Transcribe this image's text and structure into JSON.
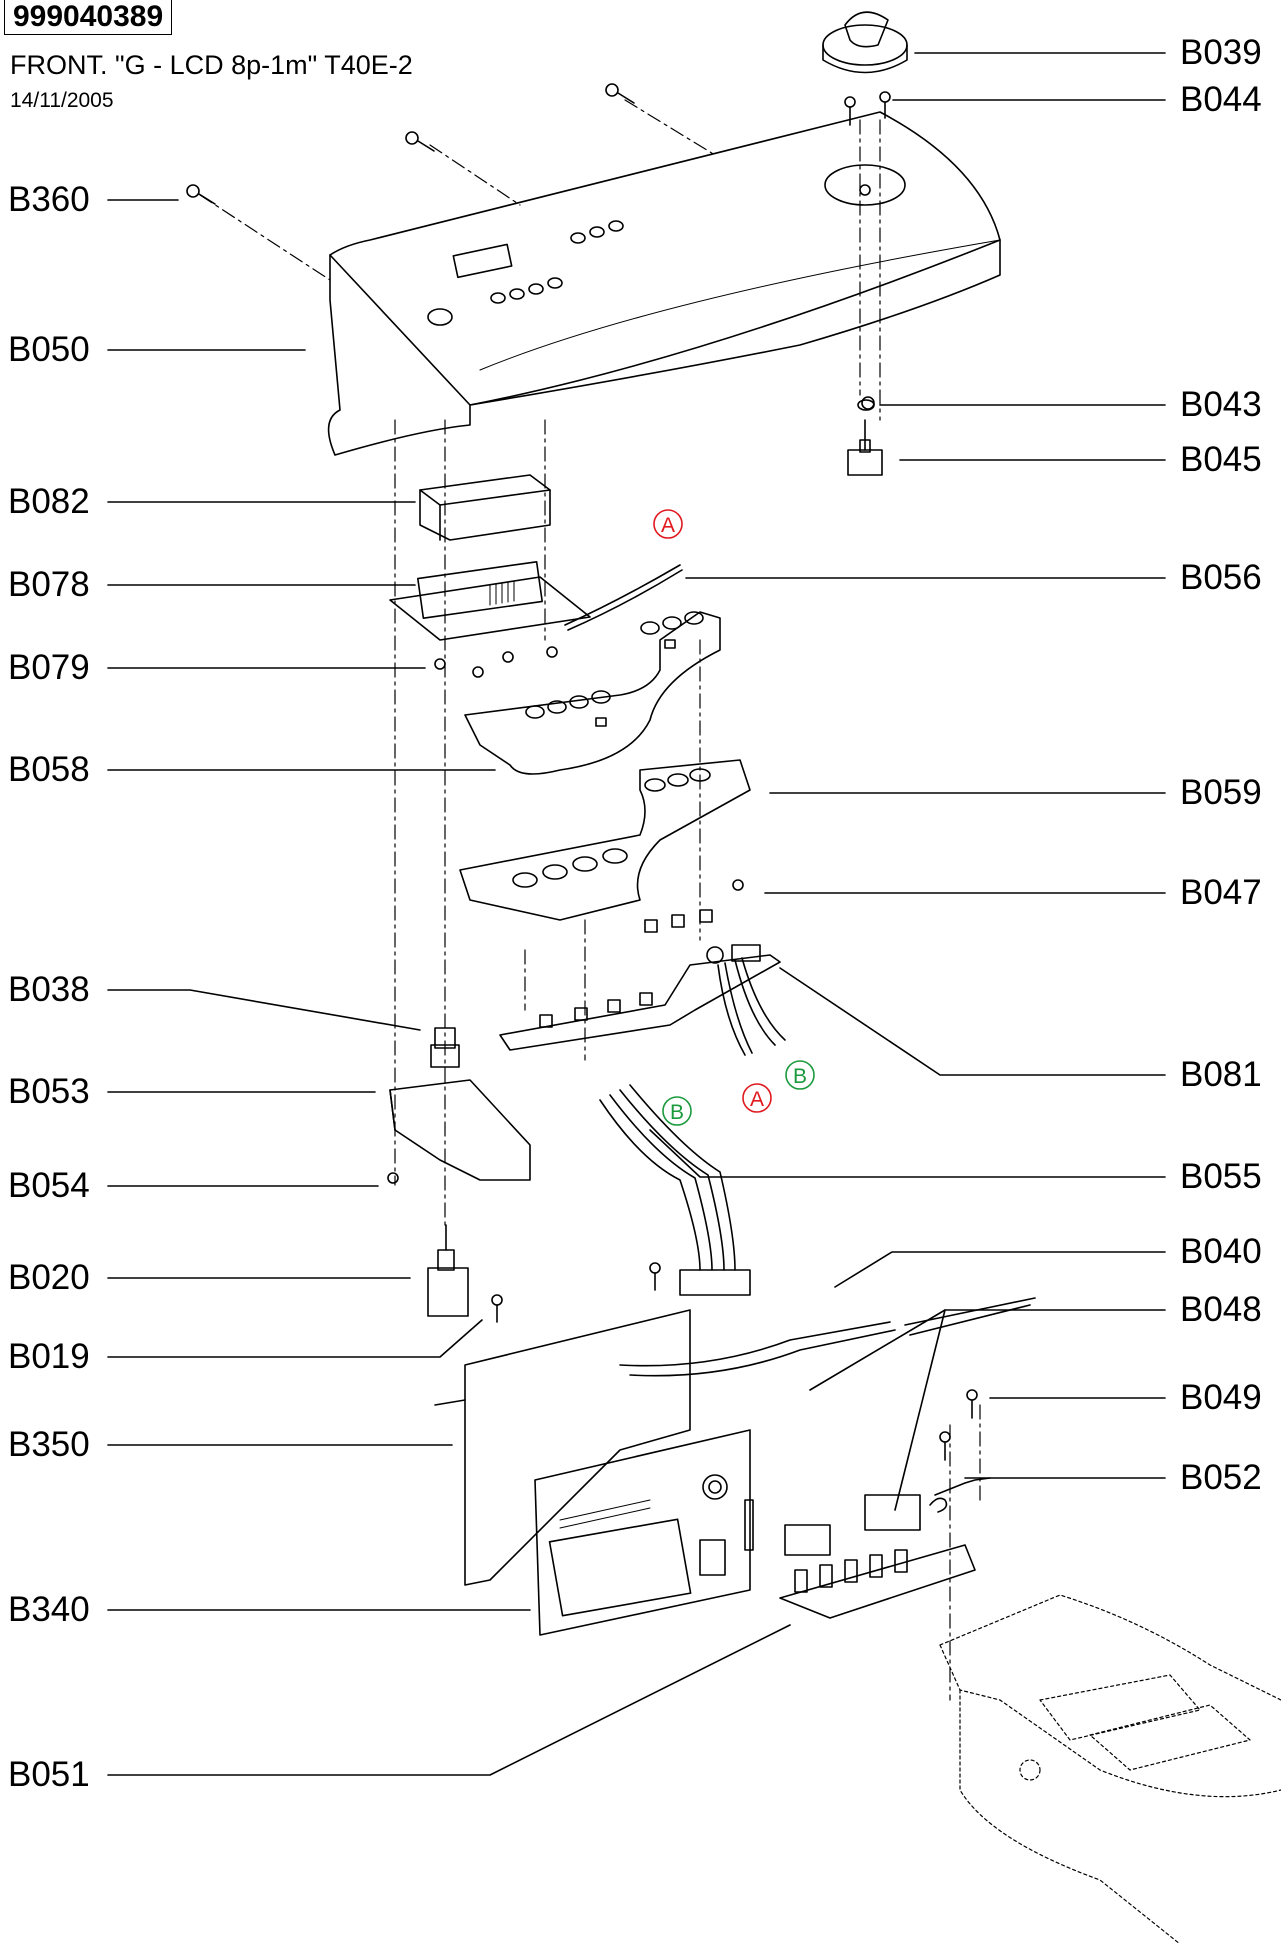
{
  "header": {
    "part_number": "999040389",
    "subtitle": "FRONT. \"G - LCD 8p-1m\" T40E-2",
    "date": "14/11/2005"
  },
  "callouts_left": [
    "B360",
    "B050",
    "B082",
    "B078",
    "B079",
    "B058",
    "B038",
    "B053",
    "B054",
    "B020",
    "B019",
    "B350",
    "B340",
    "B051"
  ],
  "callouts_right": [
    "B039",
    "B044",
    "B043",
    "B045",
    "B056",
    "B059",
    "B047",
    "B081",
    "B055",
    "B040",
    "B048",
    "B049",
    "B052"
  ],
  "connector_markers": [
    {
      "letter": "A",
      "color": "#e0191e"
    },
    {
      "letter": "B",
      "color": "#1a9a3c"
    },
    {
      "letter": "A",
      "color": "#e0191e"
    },
    {
      "letter": "B",
      "color": "#1a9a3c"
    }
  ]
}
